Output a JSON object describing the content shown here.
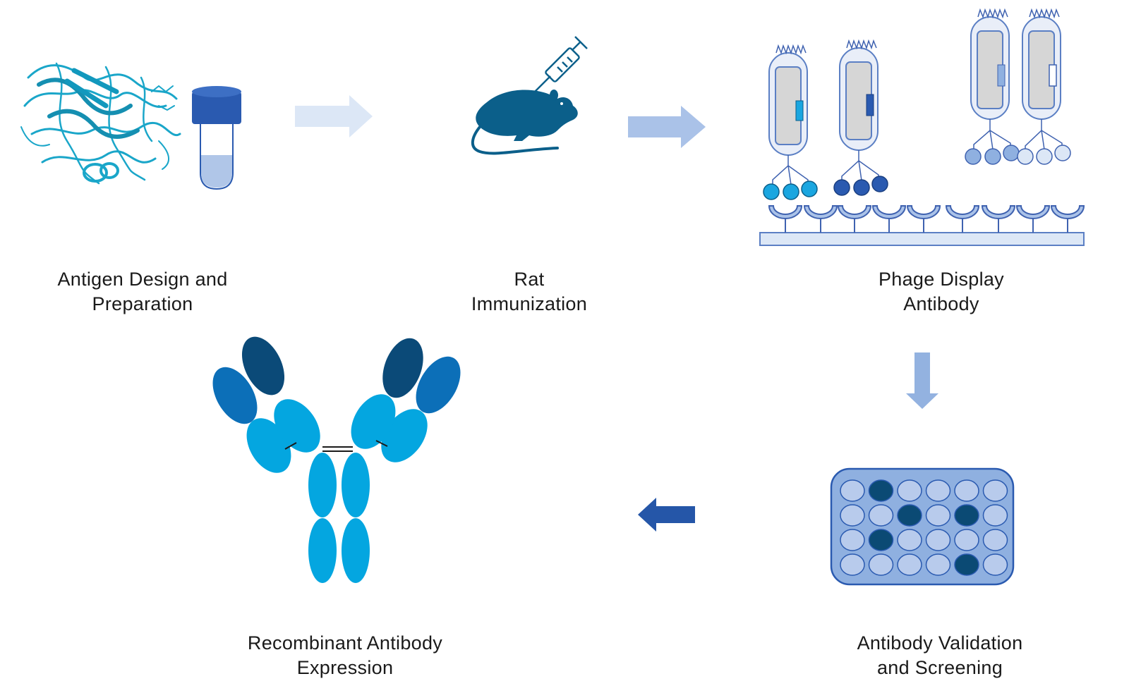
{
  "steps": {
    "antigen": {
      "line1": "Antigen Design and",
      "line2": "Preparation"
    },
    "rat": {
      "line1": "Rat",
      "line2": "Immunization"
    },
    "phage": {
      "line1": "Phage Display",
      "line2": "Antibody"
    },
    "validate": {
      "line1": "Antibody Validation",
      "line2": "and Screening"
    },
    "recomb": {
      "line1": "Recombinant Antibody",
      "line2": "Expression"
    }
  },
  "colors": {
    "protein": "#1aa6c9",
    "tube_cap": "#2a5ab0",
    "tube_liquid": "#b0c6e8",
    "rat": "#0b5f8a",
    "arrow_light": "#dce7f6",
    "arrow_mid": "#aac2e8",
    "arrow_down": "#93b2e0",
    "arrow_dark": "#2556a8",
    "phage_outline": "#5b7fc4",
    "phage_fill": "#d6d6d6",
    "plate_fill": "#8fb0e0",
    "well_empty": "#b8cbec",
    "well_hit": "#0b4a74",
    "ab_light": "#04a6e0",
    "ab_mid": "#0c6fb8",
    "ab_dark": "#0b4a78"
  },
  "plate_hits": [
    [
      0,
      1,
      0,
      0,
      0,
      0
    ],
    [
      0,
      0,
      1,
      0,
      1,
      0
    ],
    [
      0,
      1,
      0,
      0,
      0,
      0
    ],
    [
      0,
      0,
      0,
      0,
      1,
      0
    ]
  ]
}
